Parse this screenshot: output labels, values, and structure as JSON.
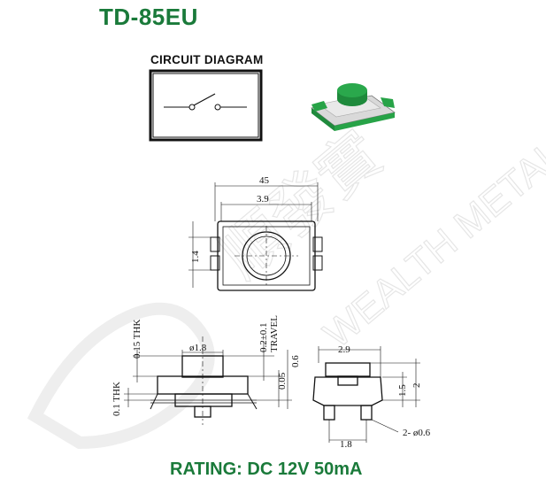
{
  "title": "TD-85EU",
  "circuit_label": "CIRCUIT DIAGRAM",
  "rating": "RATING: DC 12V 50mA",
  "watermark": {
    "text": "WEALTH METAL",
    "chars": "順發實"
  },
  "colors": {
    "title_green": "#1a7a3a",
    "product_green": "#1f8a3c",
    "line": "#111111"
  },
  "top_view_dims": {
    "overall_width": "45",
    "inner_width": "3.9",
    "height": "1.4"
  },
  "side_view_dims": {
    "thk_015": "0.15 THK",
    "thk_01": "0.1 THK",
    "actuator_dia": "ø1.8",
    "travel": "0.2±0.1",
    "travel_label": "TRAVEL",
    "h_005": "0.05",
    "h_06": "0.6"
  },
  "end_view_dims": {
    "width": "2.9",
    "h_15": "1.5",
    "h_2": "2",
    "pin_spacing": "1.8",
    "pins": "2- ø0.6"
  }
}
